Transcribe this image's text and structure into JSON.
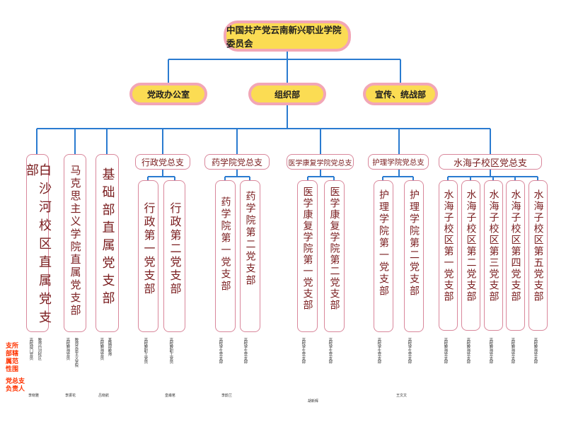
{
  "title": "中国共产党云南新兴职业学院委员会",
  "departments": {
    "office": "党政办公室",
    "org": "组织部",
    "publicity": "宣传、统战部"
  },
  "units": {
    "baisha": "白沙河校区直属党支部",
    "marx": "马克思主义学院直属党支部",
    "basic": "基础部直属党支部",
    "admin_general": "行政党总支",
    "admin_1": "行政第一党支部",
    "admin_2": "行政第二党支部",
    "pharm_general": "药学院党总支",
    "pharm_1": "药学院第一党支部",
    "pharm_2": "药学院第二党支部",
    "rehab_general": "医学康复学院党总支",
    "rehab_1": "医学康复学院第一党支部",
    "rehab_2": "医学康复学院第二党支部",
    "nursing_general": "护理学院党总支",
    "nursing_1": "护理学院第一党支部",
    "nursing_2": "护理学院第二党支部",
    "shz_general": "水海子校区党总支",
    "shz_1": "水海子校区第一党支部",
    "shz_2": "水海子校区第二党支部",
    "shz_3": "水海子校区第三党支部",
    "shz_4": "水海子校区第四党支部",
    "shz_5": "水海子校区第五党支部"
  },
  "notes": {
    "baisha_a": "高校部门党员",
    "baisha_b": "教师白河校区",
    "marx_a": "高校教师党员",
    "marx_b": "教师克思主义学院",
    "basic_a": "高校教师党员",
    "basic_b": "基础部教师",
    "admin_1": "高校教职工党员",
    "admin_2": "高校教职工党员",
    "pharm_1": "高校学生党支部",
    "pharm_2": "高校学生党支部",
    "rehab_1": "高校学生党支部",
    "rehab_2": "高校学生党支部",
    "nursing_1": "高校学生党支部",
    "nursing_2": "高校学生党支部",
    "shz_1": "高校教师党支部",
    "shz_2": "高校教师党支部",
    "shz_3": "高校教师党支部",
    "shz_4": "高校教师党支部",
    "shz_5": "高校教师党支部"
  },
  "persons": {
    "baisha": "李晓雅",
    "marx": "李振花",
    "basic": "吕晓航",
    "admin_1": "",
    "admin_2": "皇甫茗",
    "pharm_1": "李韵兰",
    "pharm_2": "",
    "rehab_1": "",
    "rehab_2": "胡新辉",
    "nursing_1": "",
    "nursing_2": "王文文",
    "shz_1": "",
    "shz_2": "",
    "shz_3": "",
    "shz_4": "",
    "shz_5": ""
  },
  "legend": {
    "line1": "支所",
    "line2": "部辖",
    "line3": "属范",
    "line4": "性围",
    "line5": "党总支",
    "line6": "负责人"
  },
  "colors": {
    "line": "#2a7bd0",
    "pill_fill": "#fbdc53",
    "pill_border": "#f2a6b6",
    "box_border": "#d9879b",
    "text_dark_red": "#7a1d1f",
    "legend_red": "#ff3300"
  }
}
